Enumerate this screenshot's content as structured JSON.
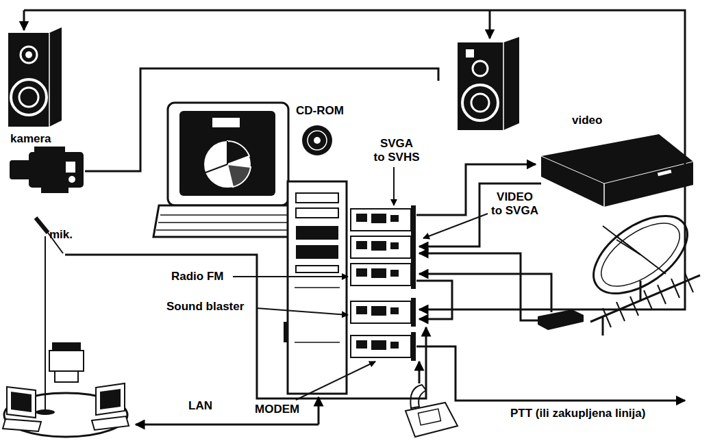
{
  "diagram": {
    "labels": [
      "kamera",
      "CD-ROM",
      "video",
      "SVGA to SVHS",
      "VIDEO to SVGA",
      "mik.",
      "Radio FM",
      "Sound blaster",
      "LAN",
      "MODEM",
      "PTT (ili zakupljena linija)"
    ]
  }
}
